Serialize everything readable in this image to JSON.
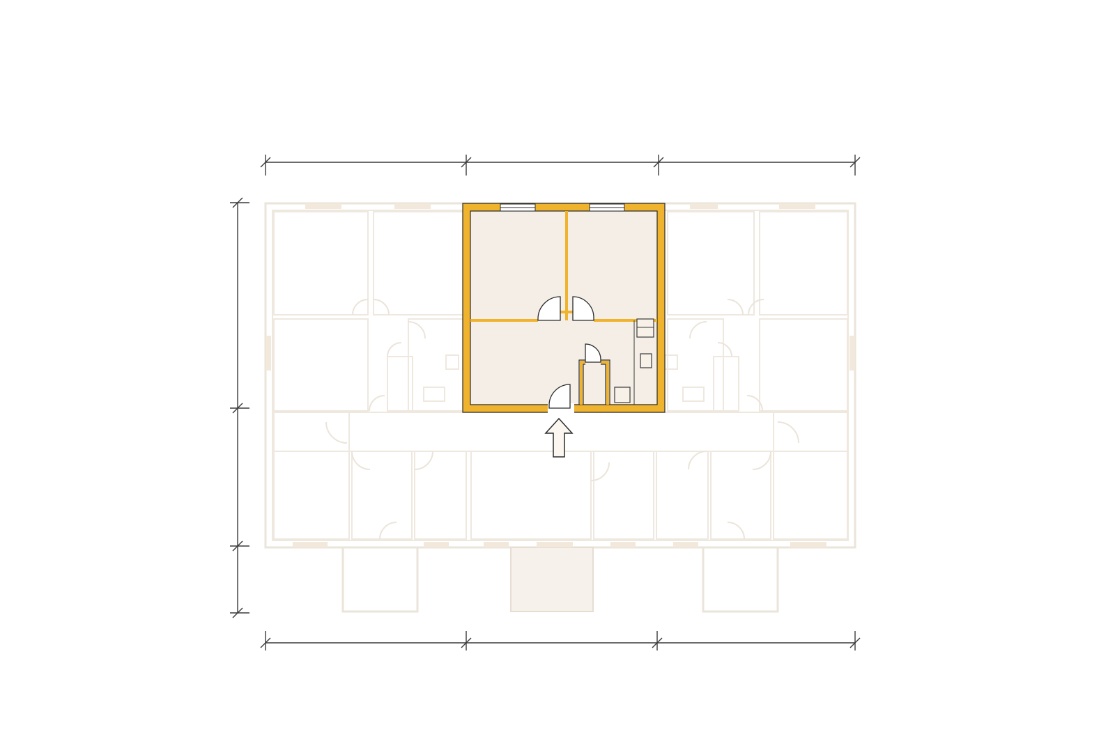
{
  "colors": {
    "highlight_wall": "#f0b32e",
    "highlight_room": "#f4eee6",
    "context_wall": "#ebe4da",
    "dimension_line": "#3a3a3a",
    "background": "#ffffff"
  },
  "highlighted_unit": {
    "rooms": 3,
    "has_kitchenette": true,
    "has_bathroom": true
  },
  "entrance": {
    "icon": "up-arrow-icon"
  },
  "dimension_chains": {
    "top_segments": 3,
    "bottom_segments": 3,
    "left_segments": 3
  }
}
